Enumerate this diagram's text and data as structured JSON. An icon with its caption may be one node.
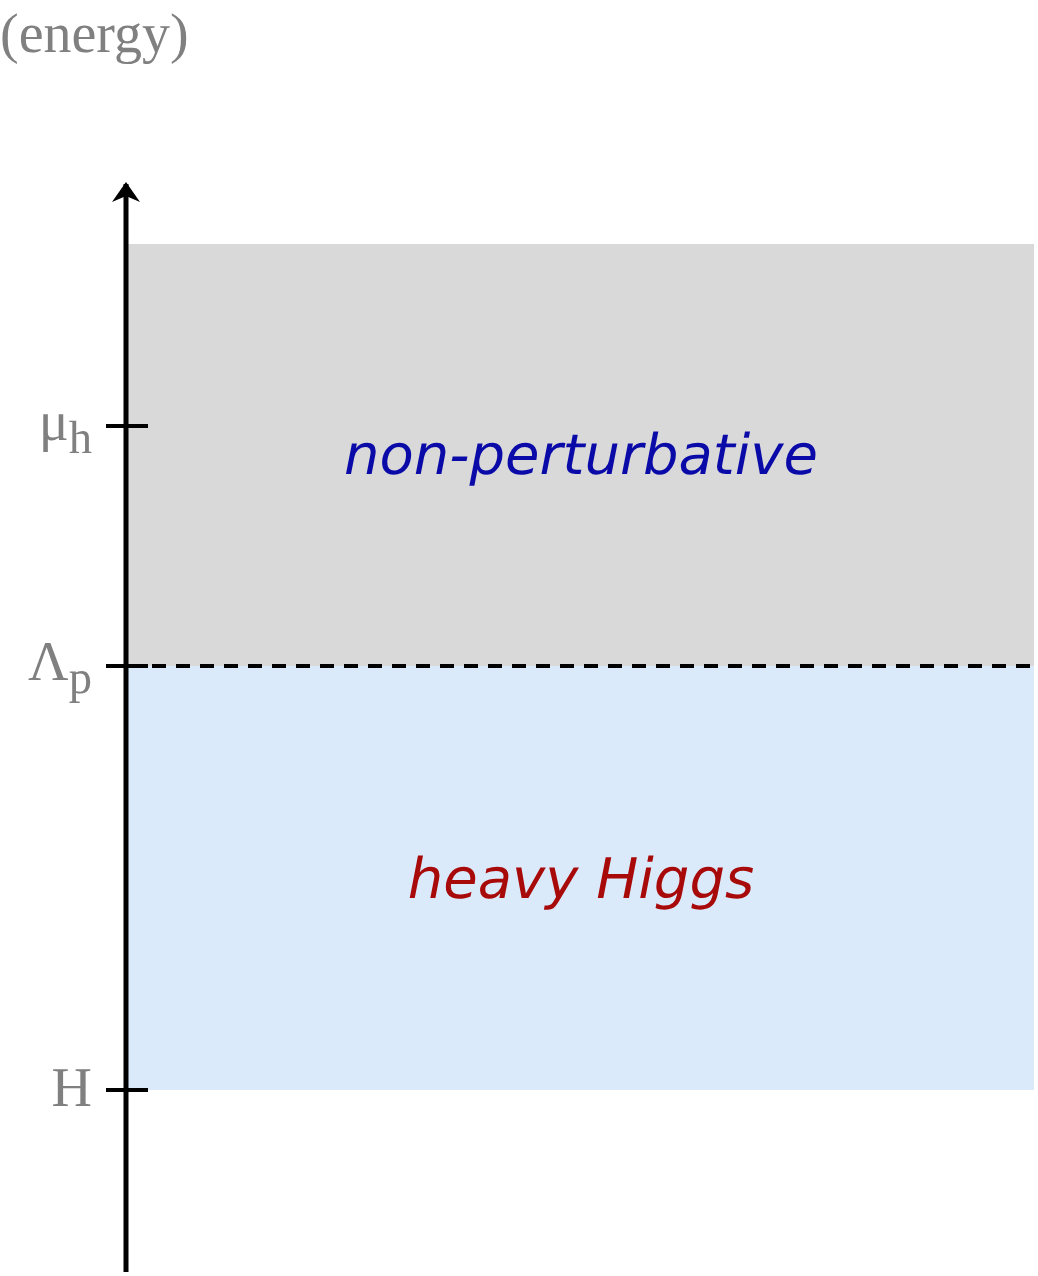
{
  "diagram": {
    "nodes": [
      {
        "text": [
          "non-perturbative"
        ]
      },
      {
        "text": [
          "heavy Higgs"
        ]
      }
    ],
    "edges": [],
    "labels": [
      "(energy)",
      "μ$_{h}$",
      "Λ$_{p}$",
      "H"
    ]
  }
}
